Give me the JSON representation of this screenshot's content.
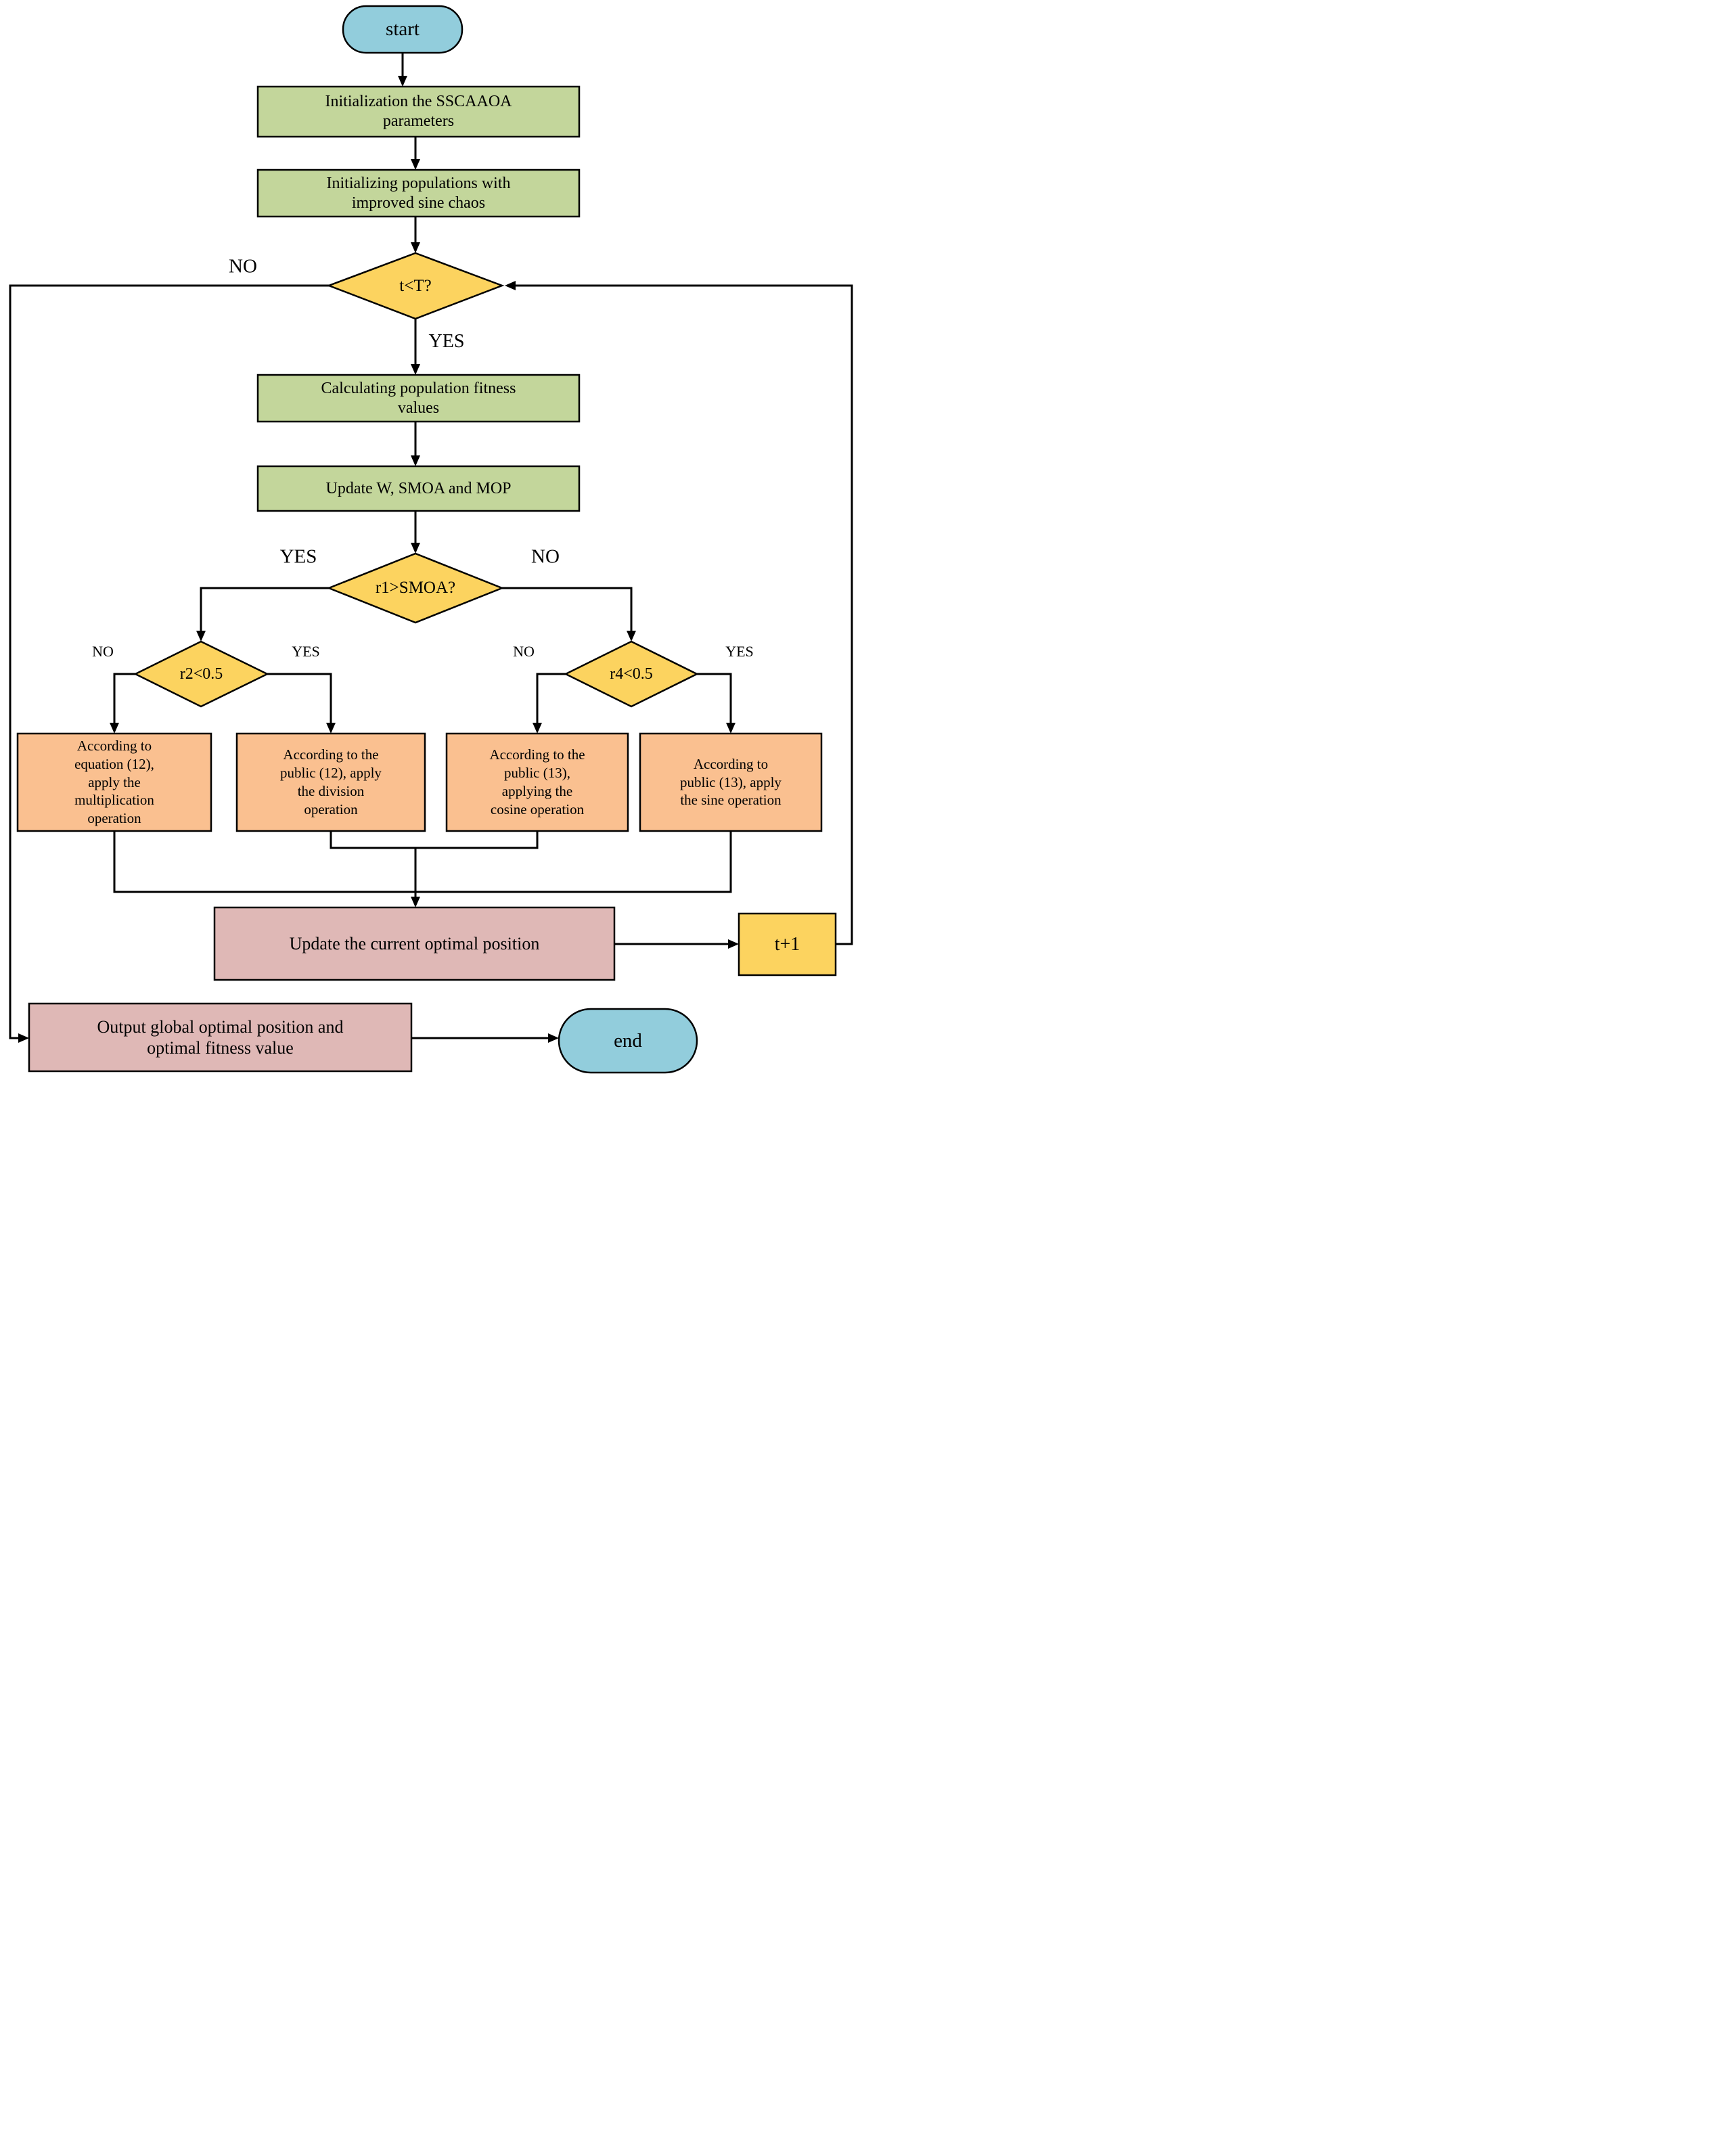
{
  "diagram": {
    "type": "flowchart",
    "nodes": {
      "start": "start",
      "init_params": "Initialization the SSCAAOA\nparameters",
      "init_pop": "Initializing populations with\nimproved sine chaos",
      "cond_t": "t<T?",
      "calc_fitness": "Calculating population fitness\nvalues",
      "update_w": "Update W, SMOA and MOP",
      "cond_r1": "r1>SMOA?",
      "cond_r2": "r2<0.5",
      "cond_r4": "r4<0.5",
      "op_multiplication": "According to\nequation (12),\napply the\nmultiplication\noperation",
      "op_division": "According to the\npublic (12), apply\nthe division\noperation",
      "op_cosine": "According to the\npublic (13),\napplying the\ncosine operation",
      "op_sine": "According to\npublic (13), apply\nthe sine operation",
      "update_position": "Update the current optimal position",
      "increment": "t+1",
      "output": "Output global optimal position and\noptimal fitness value",
      "end": "end"
    },
    "edge_labels": {
      "t_no": "NO",
      "t_yes": "YES",
      "r1_yes": "YES",
      "r1_no": "NO",
      "r2_no": "NO",
      "r2_yes": "YES",
      "r4_no": "NO",
      "r4_yes": "YES"
    },
    "colors": {
      "terminal": "#92CDDC",
      "process": "#C3D69B",
      "decision": "#FCD35F",
      "operation": "#FAC090",
      "result": "#DFB8B6",
      "line": "#000000"
    }
  }
}
